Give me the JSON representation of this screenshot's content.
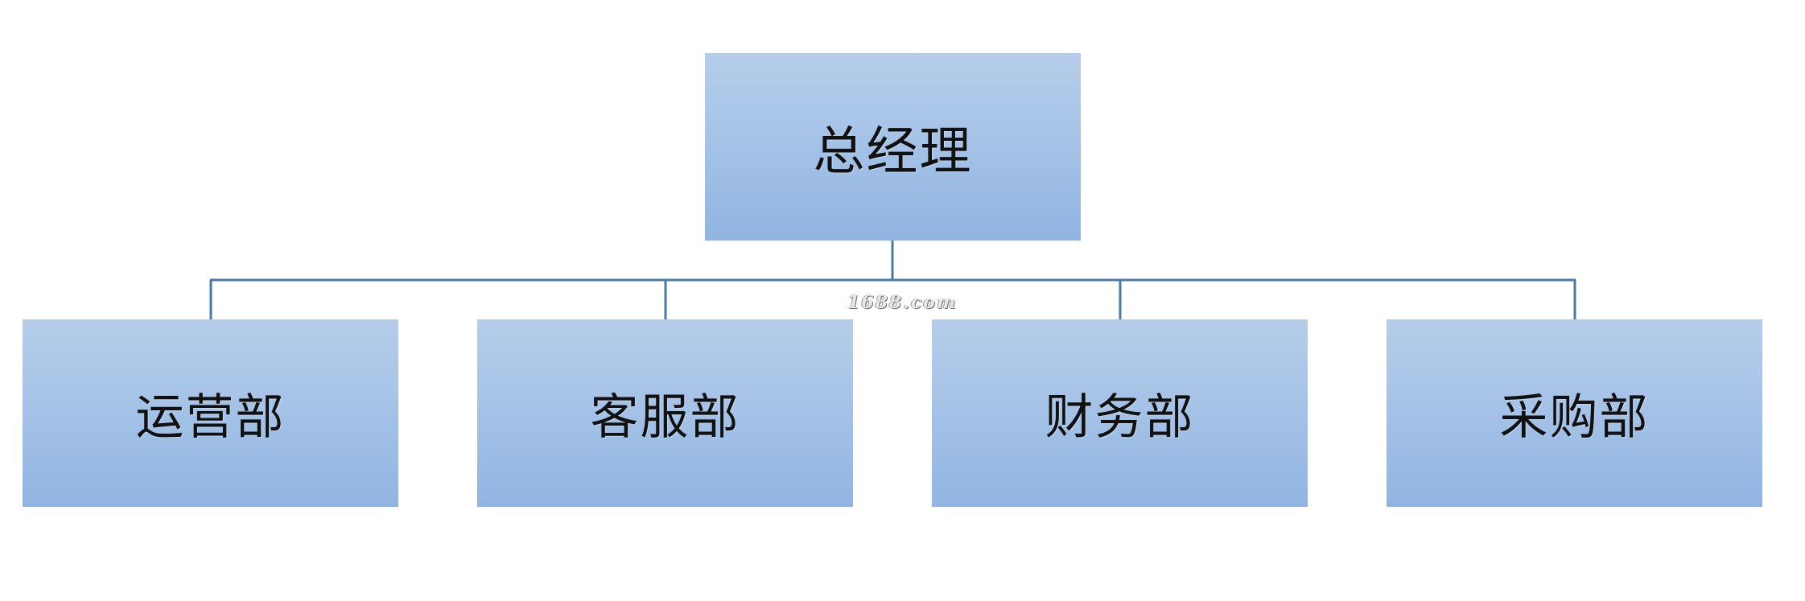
{
  "root": {
    "label": "总经理"
  },
  "children": [
    {
      "label": "运营部"
    },
    {
      "label": "客服部"
    },
    {
      "label": "财务部"
    },
    {
      "label": "采购部"
    }
  ],
  "watermark": "1688.com",
  "colors": {
    "box_top": "#b5cde9",
    "box_bottom": "#91b4e2",
    "connector": "#4a7aa6",
    "text": "#111111"
  }
}
